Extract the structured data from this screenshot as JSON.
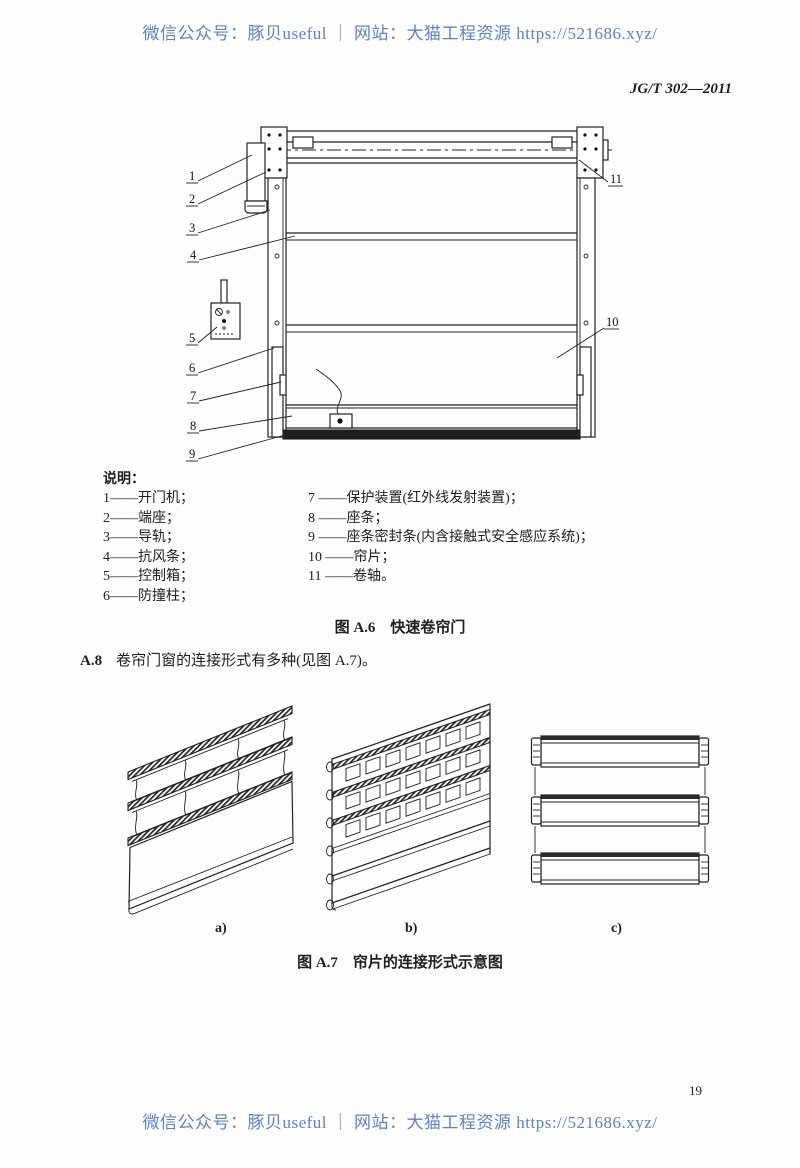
{
  "watermark_top": "微信公众号：豚贝useful ｜ 网站：大猫工程资源 https://521686.xyz/",
  "watermark_bottom": "微信公众号：豚贝useful ｜ 网站：大猫工程资源 https://521686.xyz/",
  "header": {
    "doc_number": "JG/T 302—2011"
  },
  "figure_a6": {
    "caption": "图 A.6　快速卷帘门",
    "callouts": [
      "1",
      "2",
      "3",
      "4",
      "5",
      "6",
      "7",
      "8",
      "9",
      "10",
      "11"
    ],
    "legend": {
      "title": "说明：",
      "col1": [
        "1——开门机；",
        "2——端座；",
        "3——导轨；",
        "4——抗风条；",
        "5——控制箱；",
        "6——防撞柱；"
      ],
      "col2": [
        "7 ——保护装置(红外线发射装置)；",
        "8 ——座条；",
        "9 ——座条密封条(内含接触式安全感应系统)；",
        "10 ——帘片；",
        "11 ——卷轴。"
      ]
    }
  },
  "paragraph_a8": {
    "label": "A.8",
    "text": "卷帘门窗的连接形式有多种(见图 A.7)。"
  },
  "figure_a7": {
    "caption": "图 A.7　帘片的连接形式示意图",
    "labels": [
      "a)",
      "b)",
      "c)"
    ]
  },
  "page_number": "19",
  "colors": {
    "watermark_blue": "#5b84c4",
    "ink": "#1f1f1f"
  }
}
